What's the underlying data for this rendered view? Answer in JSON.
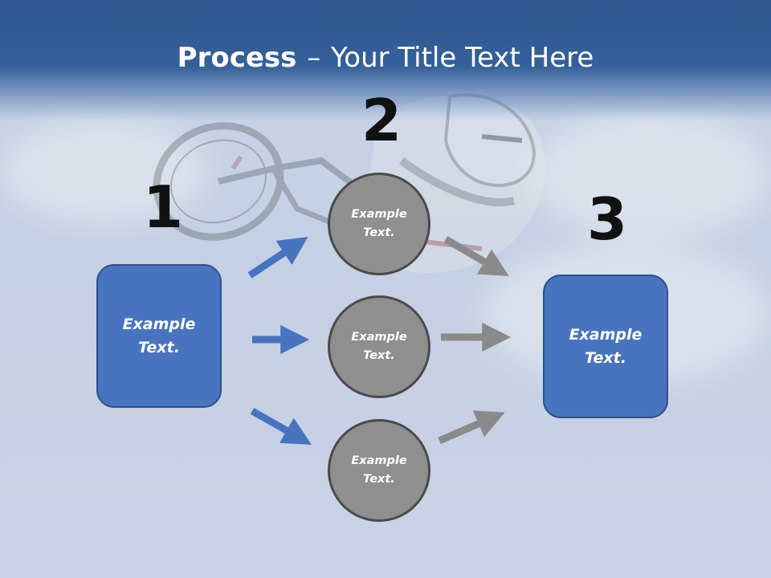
{
  "slide": {
    "title_bold": "Process",
    "title_dash": "–",
    "title_rest": "Your Title Text Here"
  },
  "steps": {
    "step1_number": "1",
    "step2_number": "2",
    "step3_number": "3"
  },
  "boxes": {
    "left_text": "Example Text.",
    "right_text": "Example Text."
  },
  "circles": {
    "top_text": "Example Text.",
    "middle_text": "Example Text.",
    "bottom_text": "Example Text."
  },
  "colors": {
    "header": "#2f568f",
    "box_fill": "#4874bf",
    "circle_fill": "#8f8f8f",
    "blue_arrow": "#4874bf",
    "gray_arrow": "#8a8a8a"
  }
}
